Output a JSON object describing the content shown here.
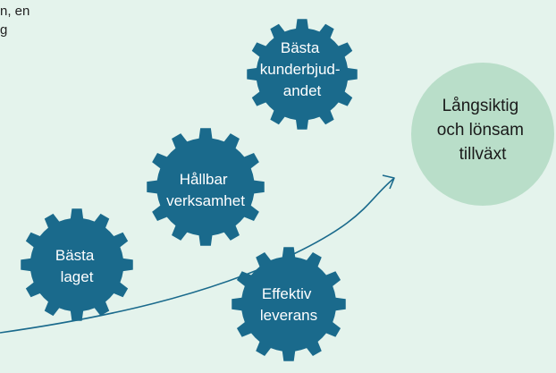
{
  "intro_text": "n, en\ng",
  "gears": [
    {
      "id": "kunderbjudandet",
      "lines": [
        "Bästa",
        "kunderbjud-",
        "andet"
      ]
    },
    {
      "id": "hallbar",
      "lines": [
        "Hållbar",
        "verksamhet"
      ]
    },
    {
      "id": "basta-laget",
      "lines": [
        "Bästa",
        "laget"
      ]
    },
    {
      "id": "effektiv",
      "lines": [
        "Effektiv",
        "leverans"
      ]
    }
  ],
  "goal": {
    "lines": [
      "Långsiktig",
      "och lönsam",
      "tillväxt"
    ]
  },
  "colors": {
    "gear": "#1a6a8c",
    "goal_circle": "#b9dec9",
    "arrow": "#1a6a8c",
    "background": "#e4f3ec"
  }
}
